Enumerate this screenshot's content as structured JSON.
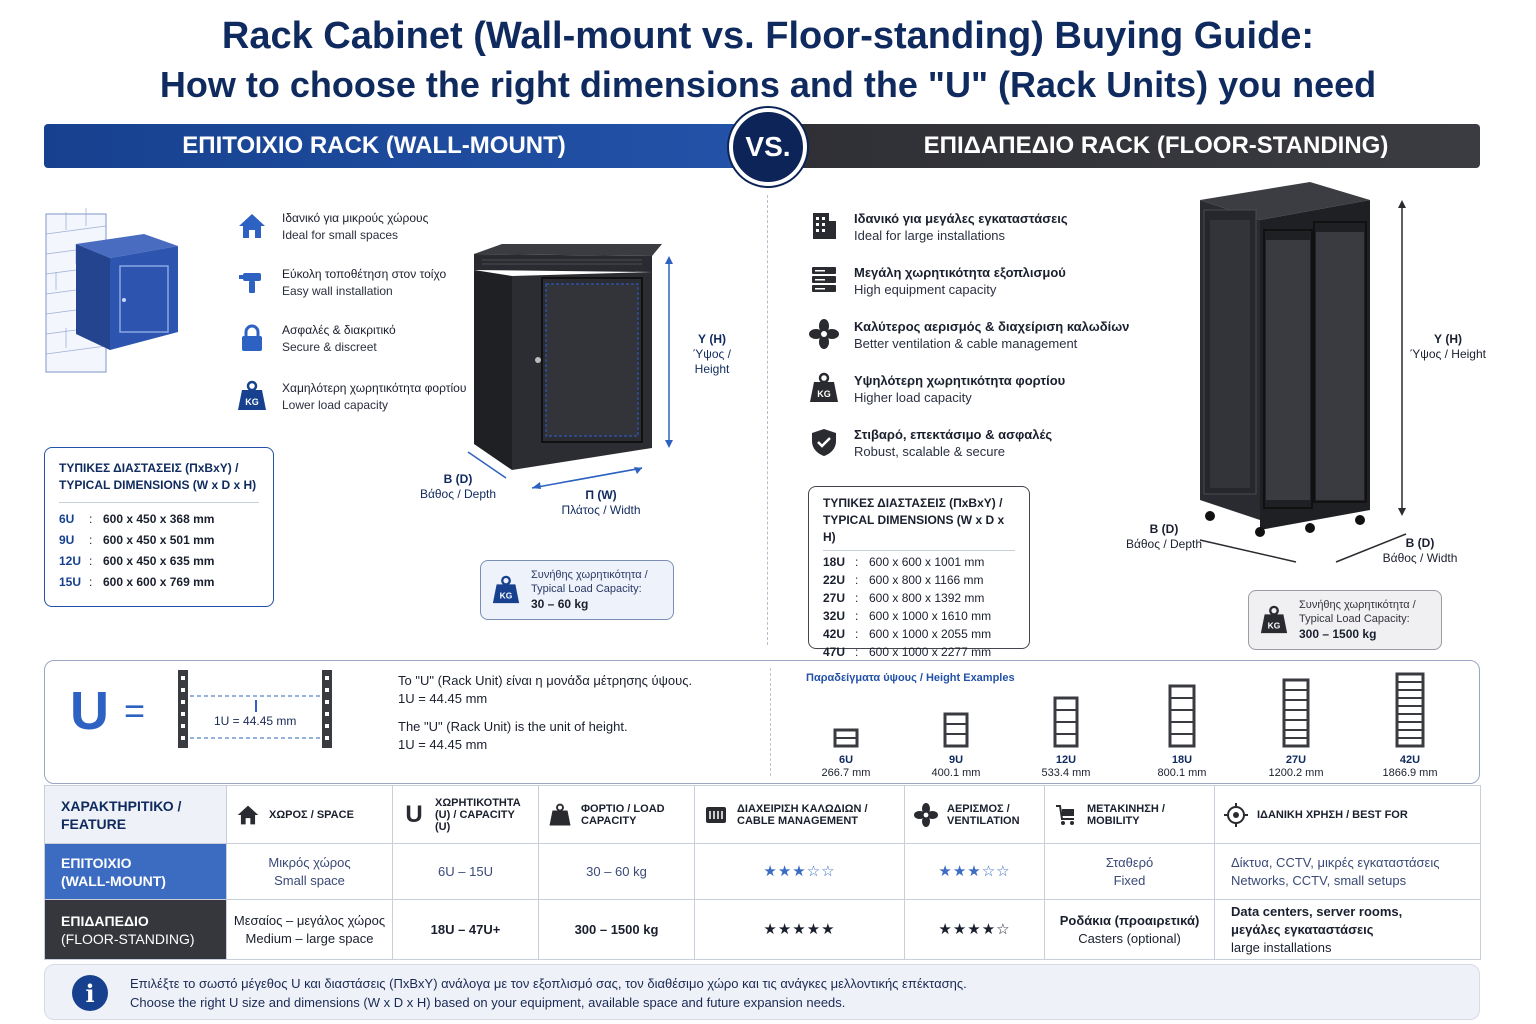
{
  "title": {
    "line1": "Rack Cabinet (Wall-mount vs. Floor-standing) Buying Guide:",
    "line2": "How to choose the right dimensions and the \"U\" (Rack Units) you need"
  },
  "banners": {
    "wall": "ΕΠΙΤΟΙΧΙΟ RACK (WALL-MOUNT)",
    "vs": "VS.",
    "floor": "ΕΠΙΔΑΠΕΔΙΟ RACK (FLOOR-STANDING)"
  },
  "colors": {
    "wall_blue": "#2352a8",
    "floor_dark": "#36373c",
    "title_navy": "#0f2a5e"
  },
  "wall": {
    "features": [
      {
        "icon": "house-icon",
        "gr": "Ιδανικό για μικρούς χώρους",
        "en": "Ideal for small spaces"
      },
      {
        "icon": "drill-icon",
        "gr": "Εύκολη τοποθέτηση στον τοίχο",
        "en": "Easy wall installation"
      },
      {
        "icon": "lock-icon",
        "gr": "Ασφαλές & διακριτικό",
        "en": "Secure & discreet"
      },
      {
        "icon": "weight-icon",
        "gr": "Χαμηλότερη χωρητικότητα φορτίου",
        "en": "Lower load capacity"
      }
    ],
    "dims_header": "ΤΥΠΙΚΕΣ ΔΙΑΣΤΑΣΕΙΣ (ΠxΒxΥ) / TYPICAL DIMENSIONS (W x D x H)",
    "dims": [
      {
        "u": "6U",
        "v": "600 x 450 x 368 mm"
      },
      {
        "u": "9U",
        "v": "600 x 450 x 501 mm"
      },
      {
        "u": "12U",
        "v": "600 x 450 x 635 mm"
      },
      {
        "u": "15U",
        "v": "600 x 600 x 769 mm"
      }
    ],
    "label_height": {
      "a": "Υ (H)",
      "b": "Ύψος / Height"
    },
    "label_depth": {
      "a": "Β (D)",
      "b": "Βάθος / Depth"
    },
    "label_width": {
      "a": "Π (W)",
      "b": "Πλάτος / Width"
    },
    "load": {
      "kg": "KG",
      "t1": "Συνήθης χωρητικότητα /",
      "t2": "Typical Load Capacity:",
      "value": "30 – 60 kg"
    }
  },
  "floor": {
    "features": [
      {
        "icon": "building-icon",
        "gr": "Ιδανικό για μεγάλες εγκαταστάσεις",
        "en": "Ideal for large installations"
      },
      {
        "icon": "server-icon",
        "gr": "Μεγάλη χωρητικότητα εξοπλισμού",
        "en": "High equipment capacity"
      },
      {
        "icon": "fan-icon",
        "gr": "Καλύτερος αερισμός & διαχείριση καλωδίων",
        "en": "Better ventilation & cable management"
      },
      {
        "icon": "weight-icon",
        "gr": "Υψηλότερη χωρητικότητα φορτίου",
        "en": "Higher load capacity"
      },
      {
        "icon": "shield-check-icon",
        "gr": "Στιβαρό, επεκτάσιμο & ασφαλές",
        "en": "Robust, scalable & secure"
      }
    ],
    "dims_header": "ΤΥΠΙΚΕΣ ΔΙΑΣΤΑΣΕΙΣ (ΠxΒxΥ) / TYPICAL DIMENSIONS (W x D x H)",
    "dims": [
      {
        "u": "18U",
        "v": "600 x 600 x 1001 mm"
      },
      {
        "u": "22U",
        "v": "600 x 800 x 1166 mm"
      },
      {
        "u": "27U",
        "v": "600 x 800 x 1392 mm"
      },
      {
        "u": "32U",
        "v": "600 x 1000 x 1610 mm"
      },
      {
        "u": "42U",
        "v": "600 x 1000 x 2055 mm"
      },
      {
        "u": "47U",
        "v": "600 x 1000 x 2277 mm"
      }
    ],
    "label_height": {
      "a": "Υ (H)",
      "b": "Ύψος / Height"
    },
    "label_depth": {
      "a": "Β (D)",
      "b": "Βάθος / Depth"
    },
    "label_width": {
      "a": "Β (D)",
      "b": "Βάθος / Width"
    },
    "load": {
      "kg": "KG",
      "t1": "Συνήθης χωρητικότητα /",
      "t2": "Typical Load Capacity:",
      "value": "300 – 1500 kg"
    }
  },
  "unit": {
    "big_u": "U",
    "eq": "=",
    "rail_label": "1U = 44.45 mm",
    "gr_text": "Το \"U\" (Rack Unit) είναι η μονάδα μέτρησης ύψους.",
    "gr_value": "1U = 44.45 mm",
    "en_text": "The \"U\" (Rack Unit) is the unit of height.",
    "en_value": "1U = 44.45 mm",
    "examples_title": "Παραδείγματα ύψους / Height Examples",
    "examples": [
      {
        "u": "6U",
        "mm": "266.7 mm"
      },
      {
        "u": "9U",
        "mm": "400.1 mm"
      },
      {
        "u": "12U",
        "mm": "533.4 mm"
      },
      {
        "u": "18U",
        "mm": "800.1 mm"
      },
      {
        "u": "27U",
        "mm": "1200.2 mm"
      },
      {
        "u": "42U",
        "mm": "1866.9 mm"
      }
    ]
  },
  "table": {
    "headers": {
      "feature": "ΧΑΡΑΚΤΗΡΙΤΙΚΟ / FEATURE",
      "space": "ΧΩΡΟΣ / SPACE",
      "capacity": "ΧΩΡΗΤΙΚΟΤΗΤΑ (U) / CAPACITY (U)",
      "load": "ΦΟΡΤΙΟ / LOAD CAPACITY",
      "cable": "ΔΙΑΧΕΙΡΙΣΗ ΚΑΛΩΔΙΩΝ / CABLE MANAGEMENT",
      "vent": "ΑΕΡΙΣΜΟΣ / VENTILATION",
      "mobility": "ΜΕΤΑΚΙΝΗΣΗ / MOBILITY",
      "best": "ΙΔΑΝΙΚΗ ΧΡΗΣΗ / BEST FOR"
    },
    "wall": {
      "label_gr": "ΕΠΙΤΟΙΧΙΟ",
      "label_en": "(WALL-MOUNT)",
      "space_gr": "Μικρός χώρος",
      "space_en": "Small space",
      "capacity": "6U – 15U",
      "load": "30 – 60 kg",
      "cable_stars": "★★★☆☆",
      "cable_rating": 3,
      "vent_stars": "★★★☆☆",
      "vent_rating": 3,
      "mobility_gr": "Σταθερό",
      "mobility_en": "Fixed",
      "best_gr": "Δίκτυα, CCTV, μικρές εγκαταστάσεις",
      "best_en": "Networks, CCTV, small setups"
    },
    "floor": {
      "label_gr": "ΕΠΙΔΑΠΕΔΙΟ",
      "label_en": "(FLOOR-STANDING)",
      "space_gr": "Μεσαίος – μεγάλος χώρος",
      "space_en": "Medium – large space",
      "capacity": "18U – 47U+",
      "load": "300 – 1500 kg",
      "cable_stars": "★★★★★",
      "cable_rating": 5,
      "vent_stars": "★★★★☆",
      "vent_rating": 4,
      "mobility_gr": "Ροδάκια (προαιρετικά)",
      "mobility_en": "Casters (optional)",
      "best_1": "Data centers, server rooms,",
      "best_2": "μεγάλες εγκαταστάσεις",
      "best_3": "large installations"
    }
  },
  "footer": {
    "icon": "i",
    "gr": "Επιλέξτε το σωστό μέγεθος U και διαστάσεις (ΠxΒxΥ) ανάλογα με τον εξοπλισμό σας, τον διαθέσιμο χώρο και τις ανάγκες μελλοντικής επέκτασης.",
    "en": "Choose the right U size and dimensions (W x D x H) based on your equipment, available space and future expansion needs."
  }
}
